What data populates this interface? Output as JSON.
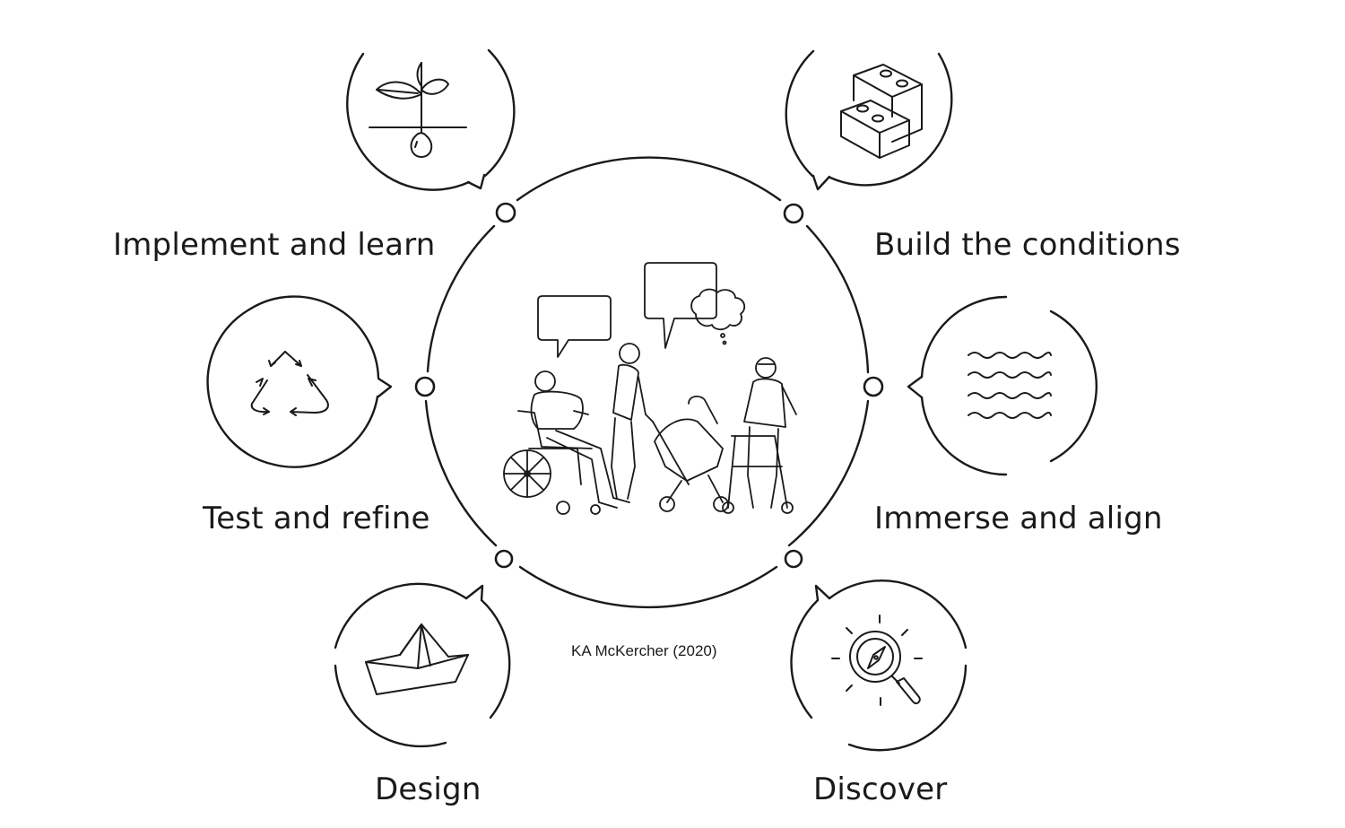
{
  "stages": {
    "implement": {
      "label": "Implement and learn",
      "icon": "seedling-icon"
    },
    "build": {
      "label": "Build the conditions",
      "icon": "bricks-icon"
    },
    "test": {
      "label": "Test and refine",
      "icon": "recycle-arrows-icon"
    },
    "immerse": {
      "label": "Immerse and align",
      "icon": "waves-icon"
    },
    "design": {
      "label": "Design",
      "icon": "paper-boat-icon"
    },
    "discover": {
      "label": "Discover",
      "icon": "compass-magnifier-icon"
    }
  },
  "center": {
    "icon": "community-people-illustration"
  },
  "credit": "KA McKercher (2020)",
  "colors": {
    "stroke": "#1a1a1a",
    "background": "#ffffff"
  }
}
